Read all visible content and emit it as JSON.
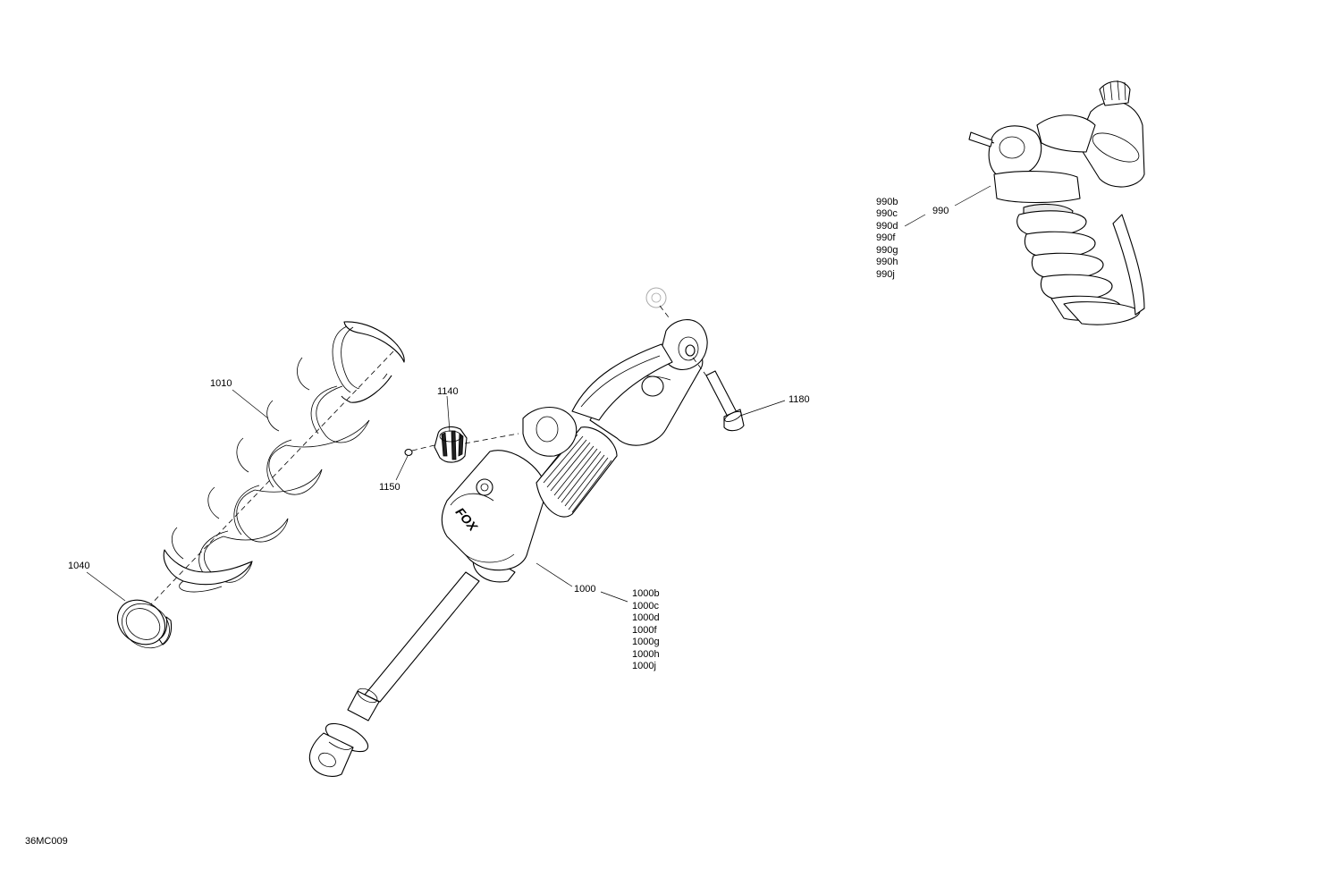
{
  "drawing_id": "36MC009",
  "callouts": {
    "p1010": "1010",
    "p1040": "1040",
    "p1140": "1140",
    "p1150": "1150",
    "p1180": "1180",
    "p1000": "1000",
    "p990": "990"
  },
  "variants_1000": [
    "1000b",
    "1000c",
    "1000d",
    "1000f",
    "1000g",
    "1000h",
    "1000j"
  ],
  "variants_990": [
    "990b",
    "990c",
    "990d",
    "990f",
    "990g",
    "990h",
    "990j"
  ]
}
